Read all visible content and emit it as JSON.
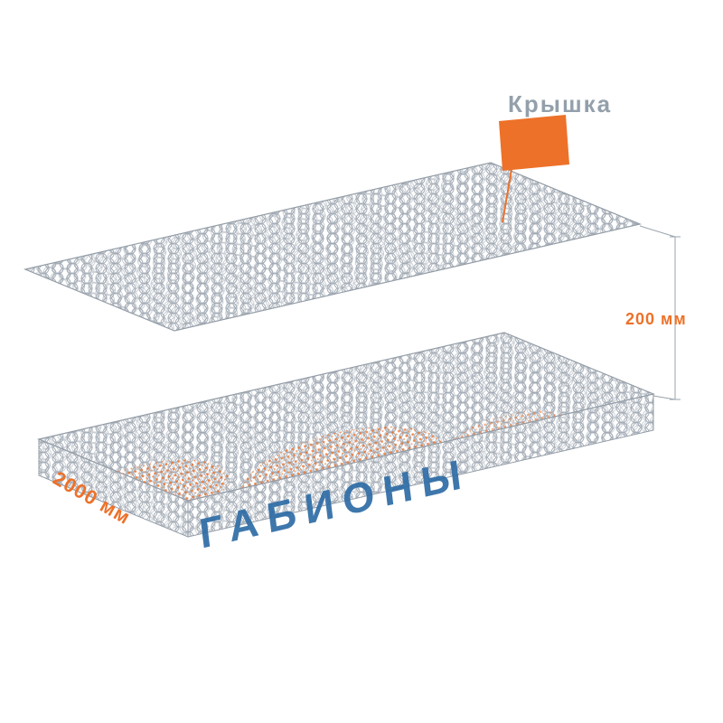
{
  "diagram": {
    "callout_label": "Крышка",
    "height_dimension": "200 мм",
    "length_dimension": "2000 мм",
    "watermark": "ГАБИОНЫ"
  },
  "colors": {
    "accent_orange": "#ed7129",
    "watermark_blue": "#2e6ca6",
    "mesh_gray": "#a7afb9",
    "label_gray": "#93a0ab"
  },
  "icons": {
    "callout_swatch": "orange-square-callout"
  }
}
